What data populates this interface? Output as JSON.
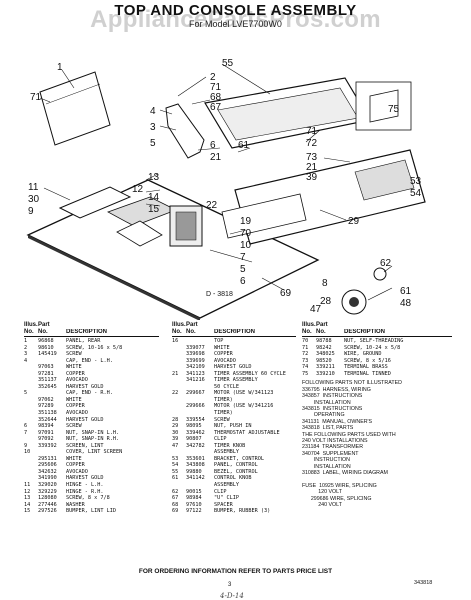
{
  "header": {
    "title": "TOP AND CONSOLE ASSEMBLY",
    "model": "For Model LVE7700W0",
    "watermark": "AppliancePartsPros.com"
  },
  "diagram": {
    "fig_code": "D - 3818",
    "callouts": [
      "1",
      "71",
      "55",
      "2",
      "71",
      "68",
      "67",
      "75",
      "4",
      "3",
      "5",
      "6",
      "61",
      "21",
      "71",
      "72",
      "73",
      "21",
      "39",
      "11",
      "30",
      "9",
      "13",
      "12",
      "14",
      "15",
      "22",
      "53",
      "54",
      "29",
      "19",
      "70",
      "10",
      "7",
      "5",
      "6",
      "62",
      "69",
      "8",
      "28",
      "47",
      "61",
      "48"
    ]
  },
  "columns": {
    "illus": "Illus.",
    "part": "Part",
    "no": "No.",
    "number": "No.",
    "description": "DESCRIPTION"
  },
  "parts_col1": [
    {
      "no": "1",
      "part": "96868",
      "desc": "PANEL, REAR"
    },
    {
      "no": "2",
      "part": "98610",
      "desc": "SCREW, 10-16 x 5/8"
    },
    {
      "no": "3",
      "part": "145419",
      "desc": "SCREW"
    },
    {
      "no": "4",
      "part": "",
      "desc": "CAP, END - L.H."
    },
    {
      "no": "",
      "part": "97063",
      "desc": "WHITE"
    },
    {
      "no": "",
      "part": "97281",
      "desc": "COPPER"
    },
    {
      "no": "",
      "part": "351137",
      "desc": "AVOCADO"
    },
    {
      "no": "",
      "part": "352645",
      "desc": "HARVEST GOLD"
    },
    {
      "no": "5",
      "part": "",
      "desc": "CAP, END - R.H."
    },
    {
      "no": "",
      "part": "97062",
      "desc": "WHITE"
    },
    {
      "no": "",
      "part": "97289",
      "desc": "COPPER"
    },
    {
      "no": "",
      "part": "351138",
      "desc": "AVOCADO"
    },
    {
      "no": "",
      "part": "352644",
      "desc": "HARVEST GOLD"
    },
    {
      "no": "6",
      "part": "98394",
      "desc": "SCREW"
    },
    {
      "no": "7",
      "part": "97091",
      "desc": "NUT, SNAP-IN L.H."
    },
    {
      "no": "",
      "part": "97092",
      "desc": "NUT, SNAP-IN R.H."
    },
    {
      "no": "9",
      "part": "339392",
      "desc": "SCREEN, LINT"
    },
    {
      "no": "10",
      "part": "",
      "desc": "COVER, LINT SCREEN"
    },
    {
      "no": "",
      "part": "295131",
      "desc": "WHITE"
    },
    {
      "no": "",
      "part": "295606",
      "desc": "COPPER"
    },
    {
      "no": "",
      "part": "342632",
      "desc": "AVOCADO"
    },
    {
      "no": "",
      "part": "341990",
      "desc": "HARVEST GOLD"
    },
    {
      "no": "11",
      "part": "329020",
      "desc": "HINGE - L.H."
    },
    {
      "no": "12",
      "part": "329229",
      "desc": "HINGE - R.H."
    },
    {
      "no": "13",
      "part": "128080",
      "desc": "SCREW, 8 x 7/8"
    },
    {
      "no": "14",
      "part": "277446",
      "desc": "WASHER"
    },
    {
      "no": "15",
      "part": "297526",
      "desc": "BUMPER, LINT LID"
    }
  ],
  "parts_col2": [
    {
      "no": "16",
      "part": "",
      "desc": "TOP"
    },
    {
      "no": "",
      "part": "339077",
      "desc": "WHITE"
    },
    {
      "no": "",
      "part": "339698",
      "desc": "COPPER"
    },
    {
      "no": "",
      "part": "339699",
      "desc": "AVOCADO"
    },
    {
      "no": "",
      "part": "342109",
      "desc": "HARVEST GOLD"
    },
    {
      "no": "21",
      "part": "341123",
      "desc": "TIMER ASSEMBLY 60 CYCLE"
    },
    {
      "no": "",
      "part": "341216",
      "desc": "TIMER ASSEMBLY"
    },
    {
      "no": "",
      "part": "",
      "desc": "50 CYCLE"
    },
    {
      "no": "22",
      "part": "299667",
      "desc": "MOTOR (USE W/341123"
    },
    {
      "no": "",
      "part": "",
      "desc": "TIMER)"
    },
    {
      "no": "",
      "part": "299666",
      "desc": "MOTOR (USE W/341216"
    },
    {
      "no": "",
      "part": "",
      "desc": "TIMER)"
    },
    {
      "no": "28",
      "part": "339554",
      "desc": "SCREW"
    },
    {
      "no": "29",
      "part": "98095",
      "desc": "NUT, PUSH IN"
    },
    {
      "no": "30",
      "part": "339462",
      "desc": "THERMOSTAT ADJUSTABLE"
    },
    {
      "no": "39",
      "part": "90807",
      "desc": "CLIP"
    },
    {
      "no": "47",
      "part": "342782",
      "desc": "TIMER KNOB"
    },
    {
      "no": "",
      "part": "",
      "desc": "ASSEMBLY"
    },
    {
      "no": "53",
      "part": "353601",
      "desc": "BRACKET, CONTROL"
    },
    {
      "no": "54",
      "part": "343808",
      "desc": "PANEL, CONTROL"
    },
    {
      "no": "55",
      "part": "99880",
      "desc": "BEZEL, CONTROL"
    },
    {
      "no": "61",
      "part": "341142",
      "desc": "CONTROL KNOB"
    },
    {
      "no": "",
      "part": "",
      "desc": "ASSEMBLY"
    },
    {
      "no": "62",
      "part": "90015",
      "desc": "CLIP"
    },
    {
      "no": "67",
      "part": "98984",
      "desc": "\"U\" CLIP"
    },
    {
      "no": "68",
      "part": "97610",
      "desc": "SPACER"
    },
    {
      "no": "69",
      "part": "97122",
      "desc": "BUMPER, RUBBER (3)"
    }
  ],
  "parts_col3": [
    {
      "no": "70",
      "part": "98788",
      "desc": "NUT, SELF-THREADING"
    },
    {
      "no": "71",
      "part": "98242",
      "desc": "SCREW, 10-24 x 5/8"
    },
    {
      "no": "72",
      "part": "348025",
      "desc": "WIRE, GROUND"
    },
    {
      "no": "73",
      "part": "98520",
      "desc": "SCREW, 8 x 5/16"
    },
    {
      "no": "74",
      "part": "339211",
      "desc": "TERMINAL BRASS"
    },
    {
      "no": "75",
      "part": "339210",
      "desc": "TERMINAL TINNED"
    }
  ],
  "notes_col3": [
    "FOLLOWING PARTS NOT ILLUSTRATED",
    "336795  HARNESS, WIRING",
    "343857  INSTRUCTIONS",
    "        INSTALLATION",
    "343815  INSTRUCTIONS",
    "        OPERATING",
    "341131  MANUAL, OWNER'S",
    "343818  LIST, PARTS",
    "THE FOLLOWING PARTS USED WITH",
    "240 VOLT INSTALLATIONS",
    "231184  TRANSFORMER",
    "340704  SUPPLEMENT",
    "        INSTRUCTION",
    "        INSTALLATION",
    "310883  LABEL, WIRING DIAGRAM",
    "",
    "FUSE  10925 WIRE, SPLICING",
    "           120 VOLT",
    "      299686 WIRE, SPLICING",
    "           240 VOLT"
  ],
  "footer": {
    "order_note": "FOR ORDERING INFORMATION REFER TO PARTS PRICE LIST",
    "page": "3",
    "code": "343818",
    "handwritten": "4-D-14"
  }
}
